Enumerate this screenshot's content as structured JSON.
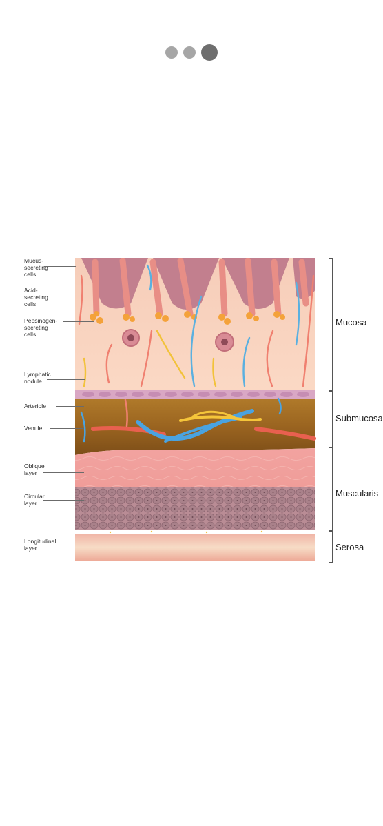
{
  "pager": {
    "count": 3,
    "active_index": 2
  },
  "diagram": {
    "left_labels": {
      "mucus": "Mucus-\nsecreting\ncells",
      "acid": "Acid-\nsecreting\ncells",
      "pepsinogen": "Pepsinogen-\nsecreting\ncells",
      "lymphatic": "Lymphatic\nnodule",
      "arteriole": "Arteriole",
      "venule": "Venule",
      "oblique": "Oblique\nlayer",
      "circular": "Circular\nlayer",
      "longitudinal": "Longitudinal\nlayer"
    },
    "layers": {
      "mucosa": "Mucosa",
      "submucosa": "Submucosa",
      "muscularis": "Muscularis",
      "serosa": "Serosa"
    }
  }
}
